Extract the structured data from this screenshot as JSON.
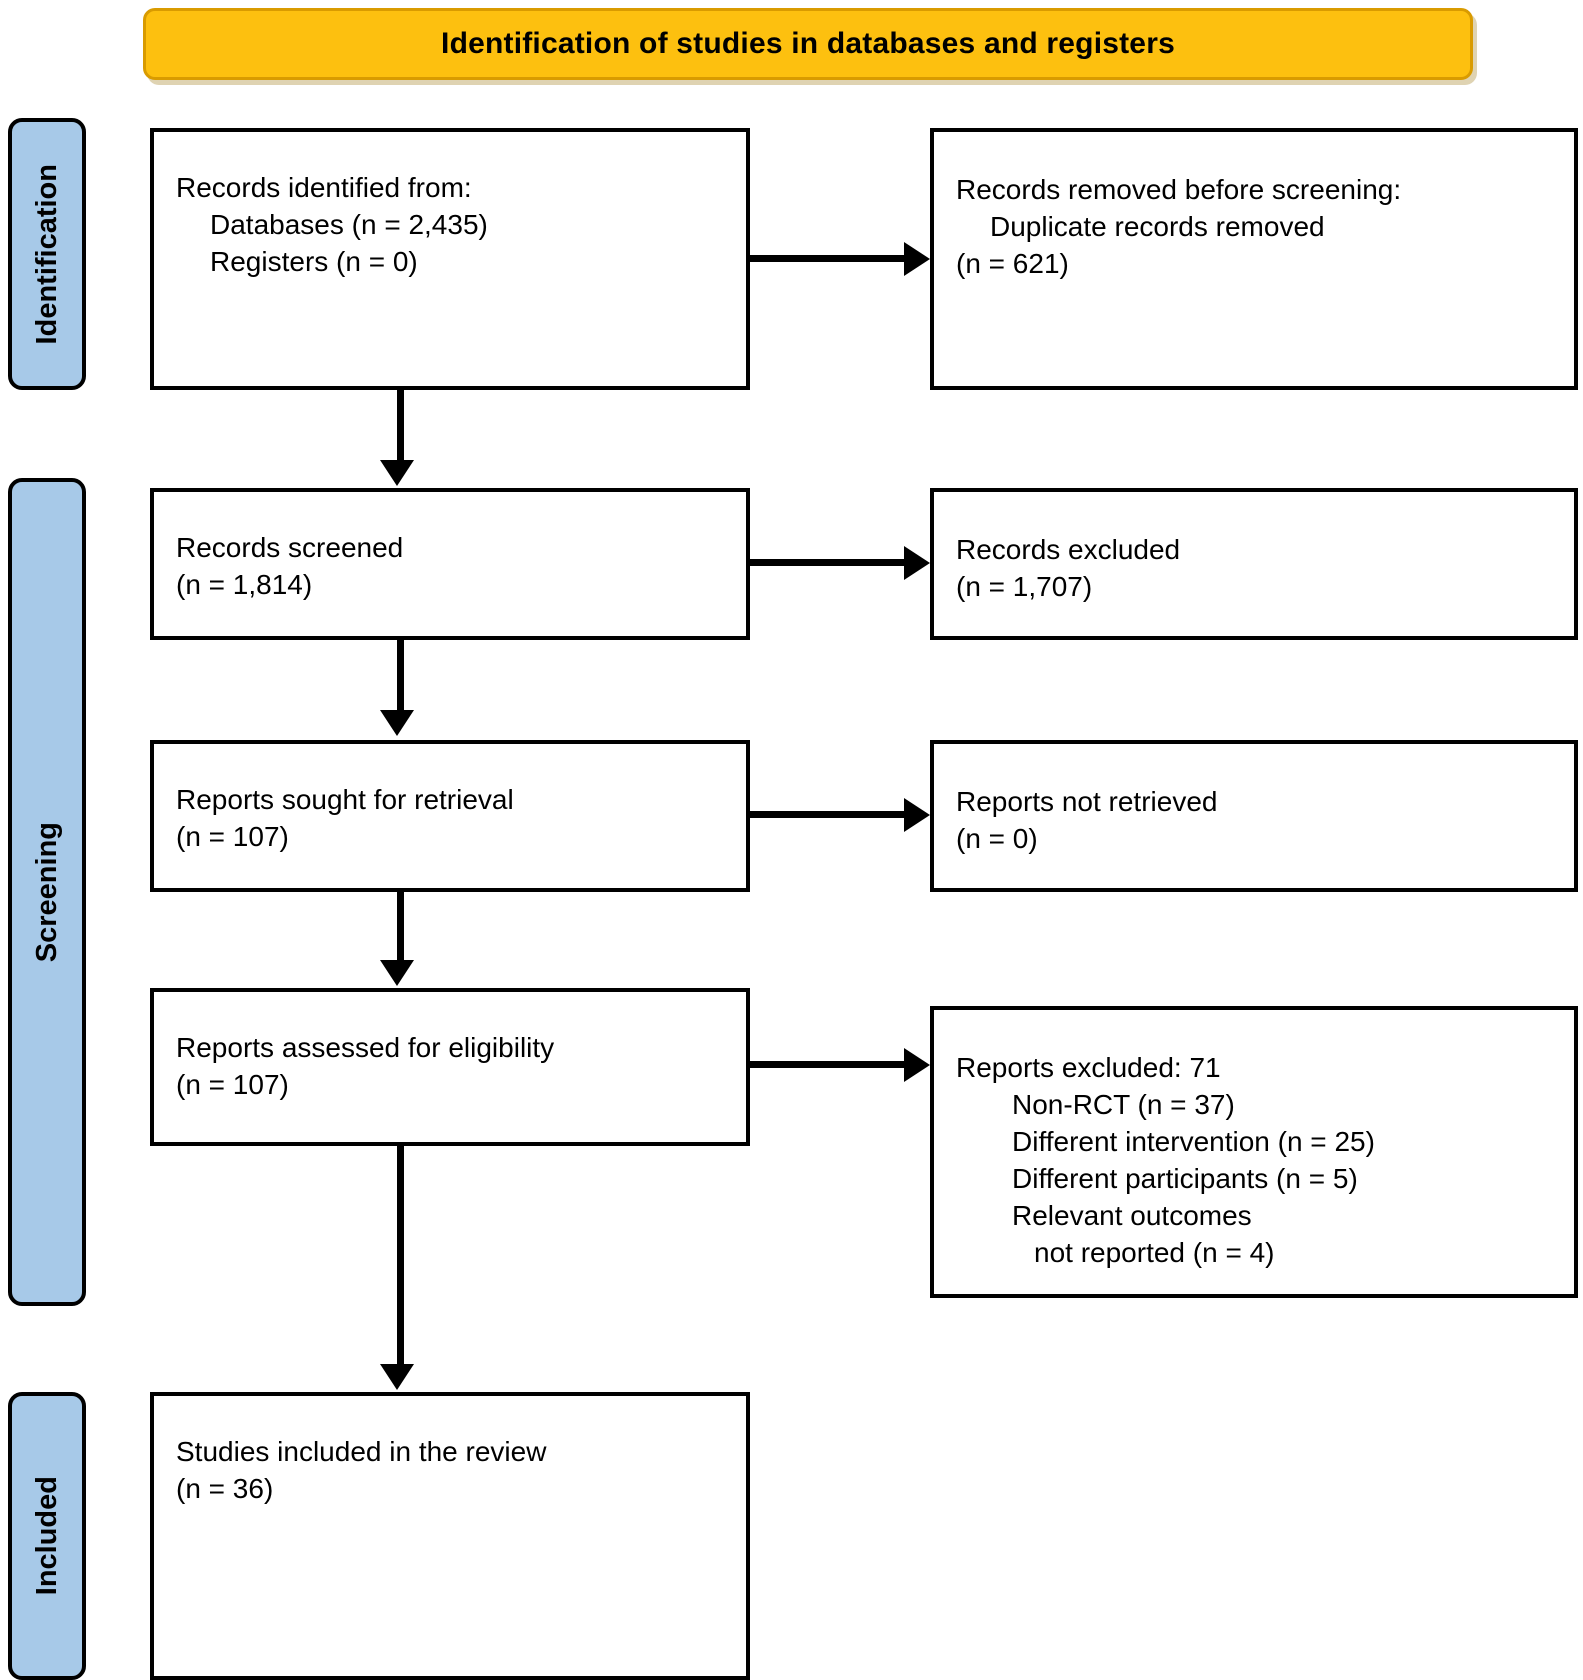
{
  "header": {
    "title": "Identification of studies in databases and registers",
    "background_color": "#FDC00F",
    "border_color": "#D99B00"
  },
  "stage_bars": {
    "fill_color": "#A7C9E8",
    "items": [
      {
        "label": "Identification"
      },
      {
        "label": "Screening"
      },
      {
        "label": "Included"
      }
    ]
  },
  "boxes": {
    "identified": {
      "line1": "Records identified from:",
      "line2": "Databases (n = 2,435)",
      "line3": "Registers (n = 0)"
    },
    "removed": {
      "line1": "Records removed before screening:",
      "line2": "Duplicate records removed",
      "line3": "(n = 621)"
    },
    "screened": {
      "line1": "Records screened",
      "line2": "(n = 1,814)"
    },
    "records_excluded": {
      "line1": "Records excluded",
      "line2": "(n = 1,707)"
    },
    "sought": {
      "line1": "Reports sought for retrieval",
      "line2": "(n = 107)"
    },
    "not_retrieved": {
      "line1": "Reports not retrieved",
      "line2": "(n = 0)"
    },
    "assessed": {
      "line1": "Reports assessed for eligibility",
      "line2": "(n = 107)"
    },
    "reports_excluded": {
      "line1": "Reports excluded: 71",
      "line2": "Non-RCT (n = 37)",
      "line3": "Different intervention (n = 25)",
      "line4": "Different participants (n = 5)",
      "line5": "Relevant outcomes",
      "line6": "not reported (n = 4)"
    },
    "included": {
      "line1": "Studies included in the review",
      "line2": "(n = 36)"
    }
  }
}
